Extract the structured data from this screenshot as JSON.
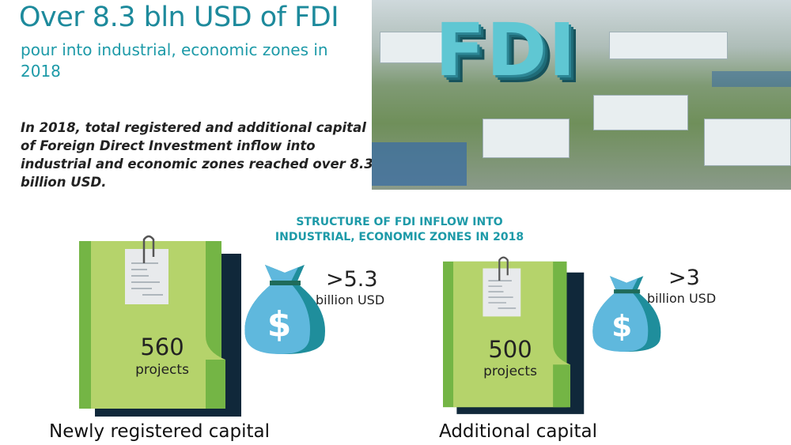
{
  "header": {
    "title": "Over 8.3 bln USD of FDI",
    "subtitle": "pour into industrial, economic zones in 2018",
    "body": "In 2018, total registered and additional capital of Foreign Direct Investment inflow into industrial and economic zones reached over 8.3 billion USD."
  },
  "photo": {
    "overlay_text": "FDI"
  },
  "section": {
    "heading_line1": "STRUCTURE OF FDI INFLOW INTO",
    "heading_line2": "INDUSTRIAL, ECONOMIC ZONES IN 2018"
  },
  "items": [
    {
      "label": "Newly registered capital",
      "projects": "560",
      "projects_unit": "projects",
      "amount": ">5.3",
      "amount_unit": "billion USD"
    },
    {
      "label": "Additional capital",
      "projects": "500",
      "projects_unit": "projects",
      "amount": ">3",
      "amount_unit": "billion USD"
    }
  ],
  "colors": {
    "teal": "#1d8a9c",
    "folder_green": "#b5d36b",
    "folder_dark_green": "#74b545",
    "navy": "#10283a",
    "bag_light": "#5fb8dd",
    "bag_dark": "#1f8e9c"
  },
  "icons": [
    "folder-icon",
    "paperclip-icon",
    "money-bag-icon",
    "dollar-icon"
  ]
}
